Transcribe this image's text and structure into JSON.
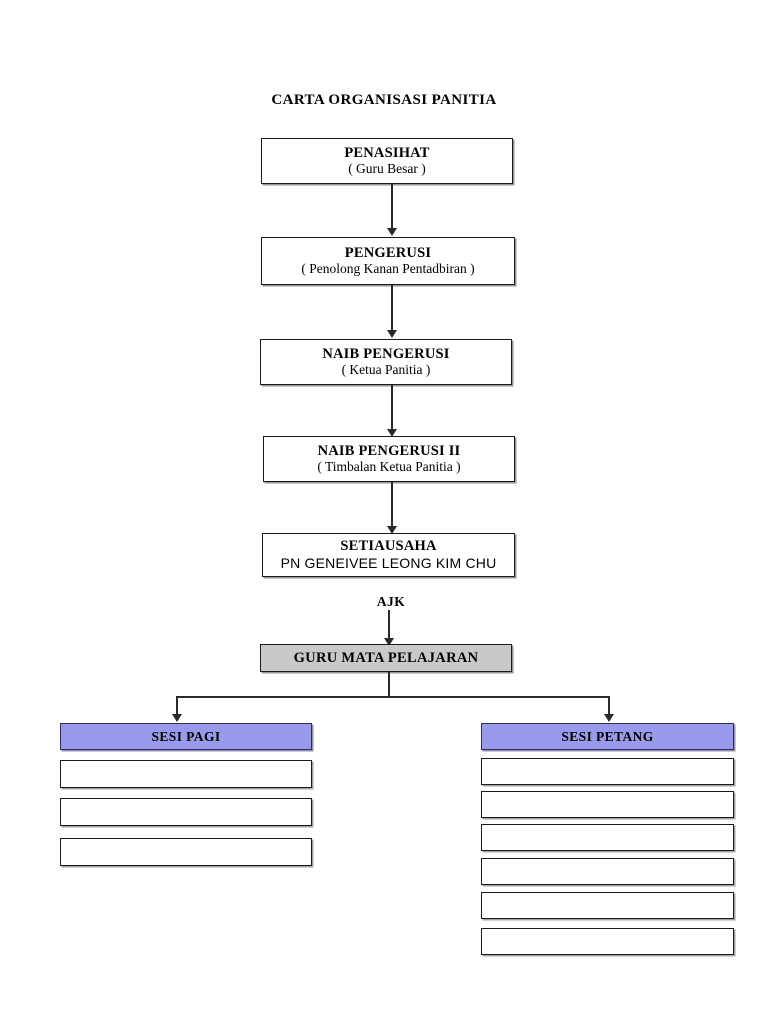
{
  "title": "CARTA ORGANISASI PANITIA",
  "nodes": [
    {
      "id": "penasihat",
      "title": "PENASIHAT",
      "subtitle": "( Guru Besar )",
      "subtitle_font": "serif"
    },
    {
      "id": "pengerusi",
      "title": "PENGERUSI",
      "subtitle": "( Penolong Kanan Pentadbiran )",
      "subtitle_font": "serif"
    },
    {
      "id": "naib-pengerusi",
      "title": "NAIB PENGERUSI",
      "subtitle": "( Ketua Panitia )",
      "subtitle_font": "serif"
    },
    {
      "id": "naib-pengerusi-ii",
      "title": "NAIB PENGERUSI II",
      "subtitle": "( Timbalan Ketua Panitia )",
      "subtitle_font": "serif"
    },
    {
      "id": "setiausaha",
      "title": "SETIAUSAHA",
      "subtitle": "PN GENEIVEE LEONG KIM CHU",
      "subtitle_font": "sans"
    }
  ],
  "ajk_label": "AJK",
  "guru_node": {
    "id": "guru-mata-pelajaran",
    "title": "GURU MATA PELAJARAN"
  },
  "sessions": [
    {
      "id": "sesi-pagi",
      "label": "SESI PAGI",
      "slot_count": 3,
      "slots": [
        "",
        "",
        ""
      ]
    },
    {
      "id": "sesi-petang",
      "label": "SESI PETANG",
      "slot_count": 6,
      "slots": [
        "",
        "",
        "",
        "",
        "",
        ""
      ]
    }
  ],
  "colors": {
    "session_header_fill": "#9A9AEA",
    "session_header_border": "#2B2B6B",
    "guru_fill": "#C9C9C9",
    "box_border": "#1A1A1A",
    "connector": "#2A2A2A",
    "page_background": "#FFFFFF",
    "text": "#000000"
  }
}
